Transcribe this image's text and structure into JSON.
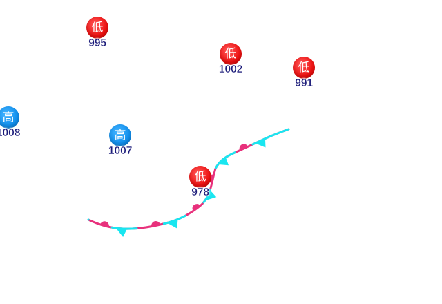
{
  "colors": {
    "low": "#ee1111",
    "high": "#1190ee",
    "pressure_text": "#1c1c7a",
    "warm_front": "#e8317c",
    "cold_front": "#19e6f0"
  },
  "centers": [
    {
      "id": "low-1",
      "type": "low",
      "symbol": "低",
      "pressure": "995"
    },
    {
      "id": "low-2",
      "type": "low",
      "symbol": "低",
      "pressure": "1002"
    },
    {
      "id": "low-3",
      "type": "low",
      "symbol": "低",
      "pressure": "991"
    },
    {
      "id": "high-1",
      "type": "high",
      "symbol": "高",
      "pressure": "1008"
    },
    {
      "id": "high-2",
      "type": "high",
      "symbol": "高",
      "pressure": "1007"
    },
    {
      "id": "low-4",
      "type": "low",
      "symbol": "低",
      "pressure": "978"
    }
  ],
  "front": {
    "type": "occluded",
    "warm_symbol": "semicircle",
    "cold_symbol": "triangle"
  }
}
